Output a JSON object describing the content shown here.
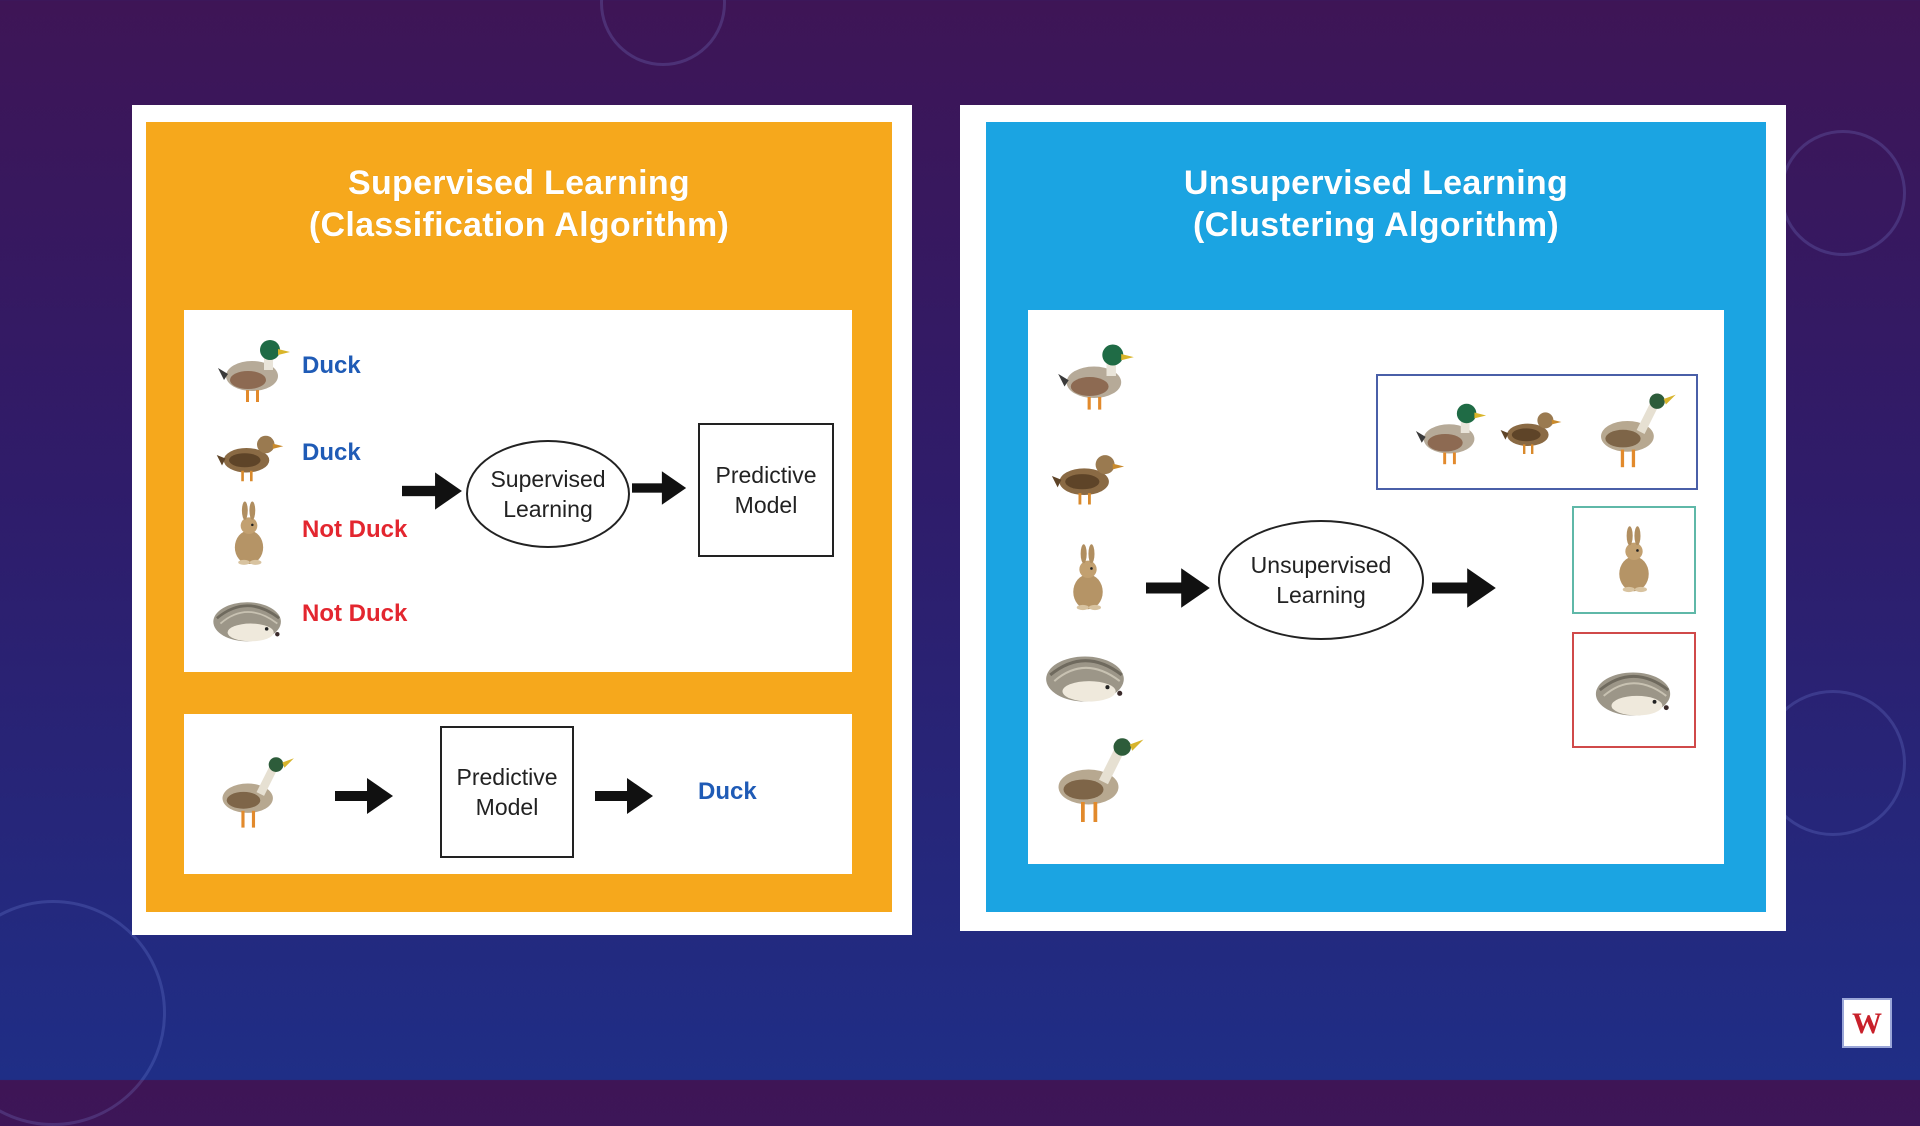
{
  "colors": {
    "supervised_panel": "#f6a81c",
    "unsupervised_panel": "#1ba4e2",
    "duck_label": "#1f5bb6",
    "not_duck_label": "#e3262f",
    "cluster_ducks_border": "#4a5fa8",
    "cluster_rabbit_border": "#5fb8a8",
    "cluster_hedgehog_border": "#d04a4a"
  },
  "supervised": {
    "title_line1": "Supervised Learning",
    "title_line2": "(Classification Algorithm)",
    "training": {
      "items": [
        {
          "animal": "mallard-duck-icon",
          "label": "Duck",
          "kind": "duck"
        },
        {
          "animal": "brown-duck-icon",
          "label": "Duck",
          "kind": "duck"
        },
        {
          "animal": "rabbit-icon",
          "label": "Not Duck",
          "kind": "notduck"
        },
        {
          "animal": "hedgehog-icon",
          "label": "Not Duck",
          "kind": "notduck"
        }
      ],
      "learner_line1": "Supervised",
      "learner_line2": "Learning",
      "model_line1": "Predictive",
      "model_line2": "Model"
    },
    "prediction": {
      "input_animal": "standing-duck-icon",
      "model_line1": "Predictive",
      "model_line2": "Model",
      "output_label": "Duck"
    }
  },
  "unsupervised": {
    "title_line1": "Unsupervised Learning",
    "title_line2": "(Clustering Algorithm)",
    "inputs": [
      "mallard-duck-icon",
      "brown-duck-icon",
      "rabbit-icon",
      "hedgehog-icon",
      "standing-duck-icon"
    ],
    "learner_line1": "Unsupervised",
    "learner_line2": "Learning",
    "clusters": [
      {
        "name": "ducks",
        "animals": [
          "mallard-duck-icon",
          "brown-duck-icon",
          "standing-duck-icon"
        ]
      },
      {
        "name": "rabbits",
        "animals": [
          "rabbit-icon"
        ]
      },
      {
        "name": "hedgehogs",
        "animals": [
          "hedgehog-icon"
        ]
      }
    ]
  },
  "logo": {
    "text": "W"
  }
}
